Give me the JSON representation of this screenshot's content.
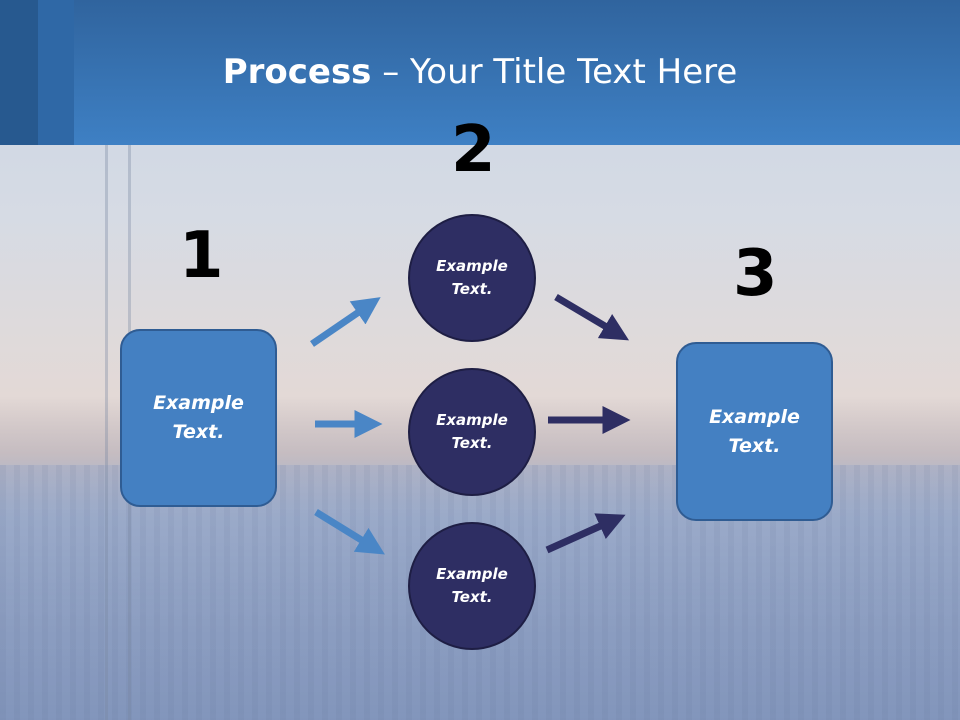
{
  "header": {
    "title_bold": "Process",
    "title_rest": " – Your Title Text Here"
  },
  "steps": {
    "step1": {
      "number": "1",
      "text": "Example Text."
    },
    "step2": {
      "number": "2",
      "circles": [
        {
          "text": "Example Text."
        },
        {
          "text": "Example Text."
        },
        {
          "text": "Example Text."
        }
      ]
    },
    "step3": {
      "number": "3",
      "text": "Example Text."
    }
  },
  "colors": {
    "header": "#3e80c4",
    "box": "#4480c2",
    "circle": "#2e2e63",
    "arrow_light": "#4a86c6",
    "arrow_dark": "#2e2e63"
  }
}
